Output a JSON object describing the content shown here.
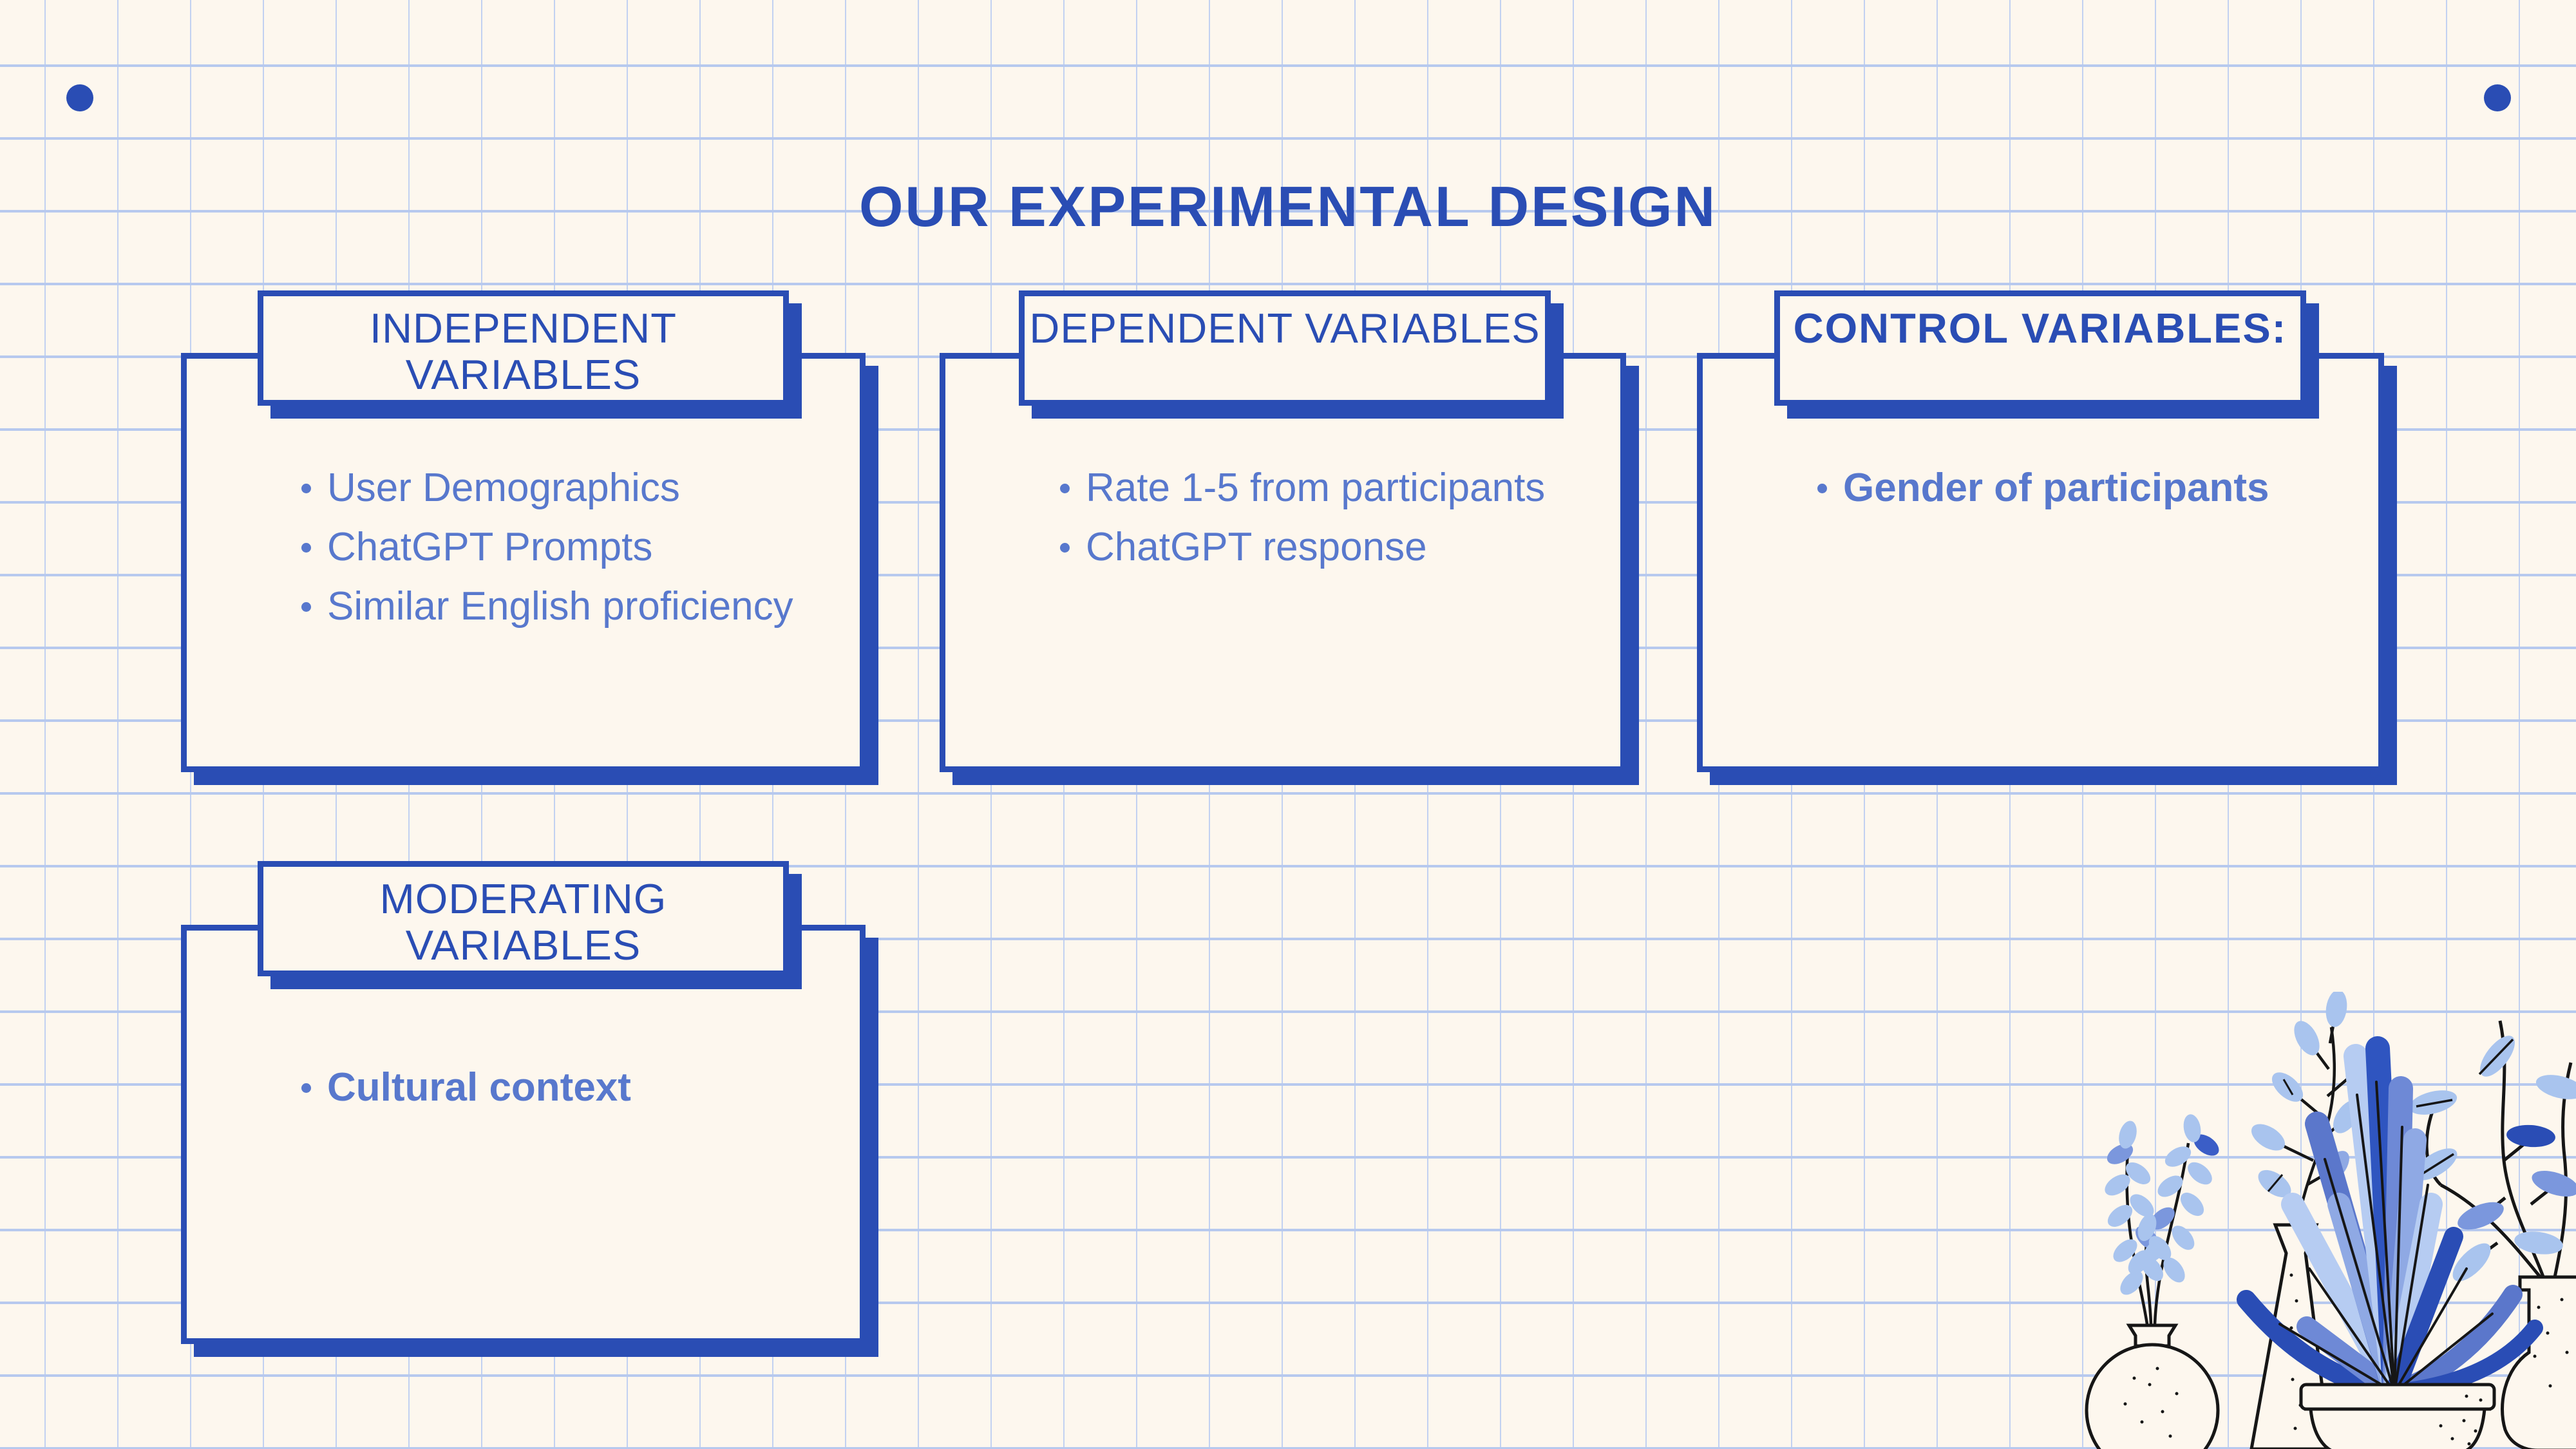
{
  "slide": {
    "title": "OUR EXPERIMENTAL DESIGN",
    "cards": [
      {
        "header_lines": [
          "INDEPENDENT",
          "VARIABLES"
        ],
        "items": [
          "User Demographics",
          "ChatGPT Prompts",
          "Similar English proficiency"
        ]
      },
      {
        "header_lines": [
          "DEPENDENT VARIABLES"
        ],
        "items": [
          "Rate 1-5 from participants",
          "ChatGPT response"
        ]
      },
      {
        "header_lines": [
          "CONTROL VARIABLES:"
        ],
        "items": [
          "Gender of participants"
        ]
      },
      {
        "header_lines": [
          "MODERATING",
          "VARIABLES"
        ],
        "items": [
          "Cultural context"
        ]
      }
    ],
    "colors": {
      "accent_blue": "#2a4db4",
      "item_text_blue": "#5878cd",
      "background_cream": "#fdf7ee",
      "grid_line_blue": "#b7c9ee",
      "leaf_light": "#a9c4ee",
      "leaf_lighter": "#b6ccf2",
      "leaf_medium": "#7b97dd",
      "leaf_dark": "#2a4db5"
    },
    "decor": {
      "plants_alt": "potted plants and vases illustration",
      "corner_dots_count": "2"
    }
  }
}
